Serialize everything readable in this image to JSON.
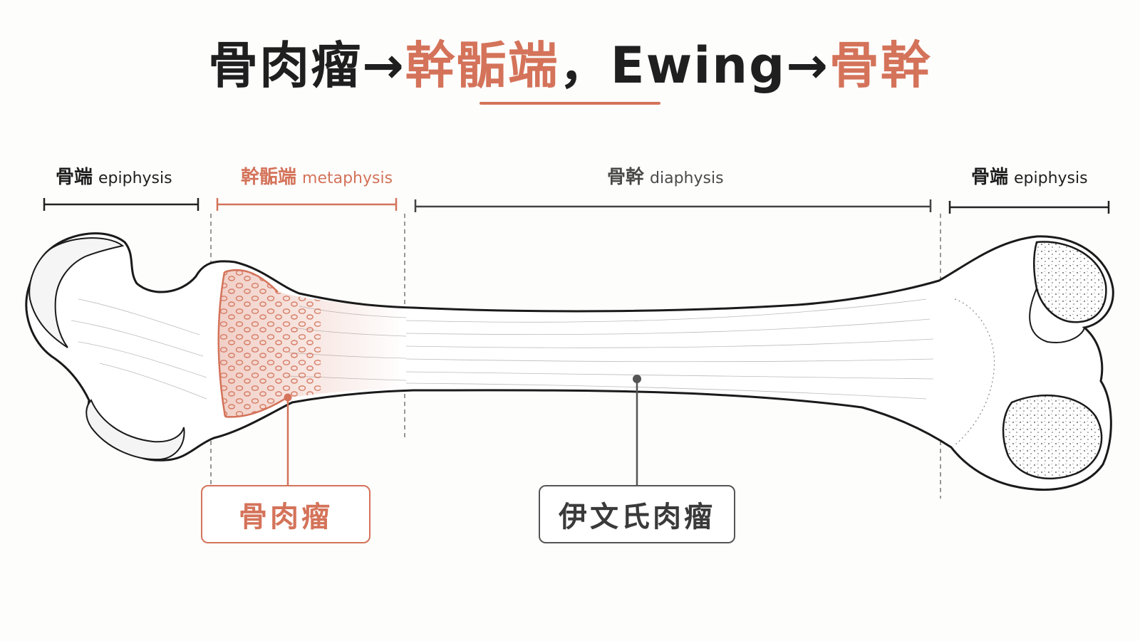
{
  "title": {
    "part1": "骨肉瘤→",
    "part2": "幹骺端",
    "part3": "，Ewing→",
    "part4": "骨幹"
  },
  "regions": [
    {
      "zh": "骨端",
      "en": "epiphysis"
    },
    {
      "zh": "幹骺端",
      "en": "metaphysis"
    },
    {
      "zh": "骨幹",
      "en": "diaphysis"
    },
    {
      "zh": "骨端",
      "en": "epiphysis"
    }
  ],
  "callouts": {
    "osteosarcoma": "骨肉瘤",
    "ewing": "伊文氏肉瘤"
  },
  "colors": {
    "accent": "#d4735a",
    "ink": "#1f1f1f",
    "grey": "#555555"
  }
}
